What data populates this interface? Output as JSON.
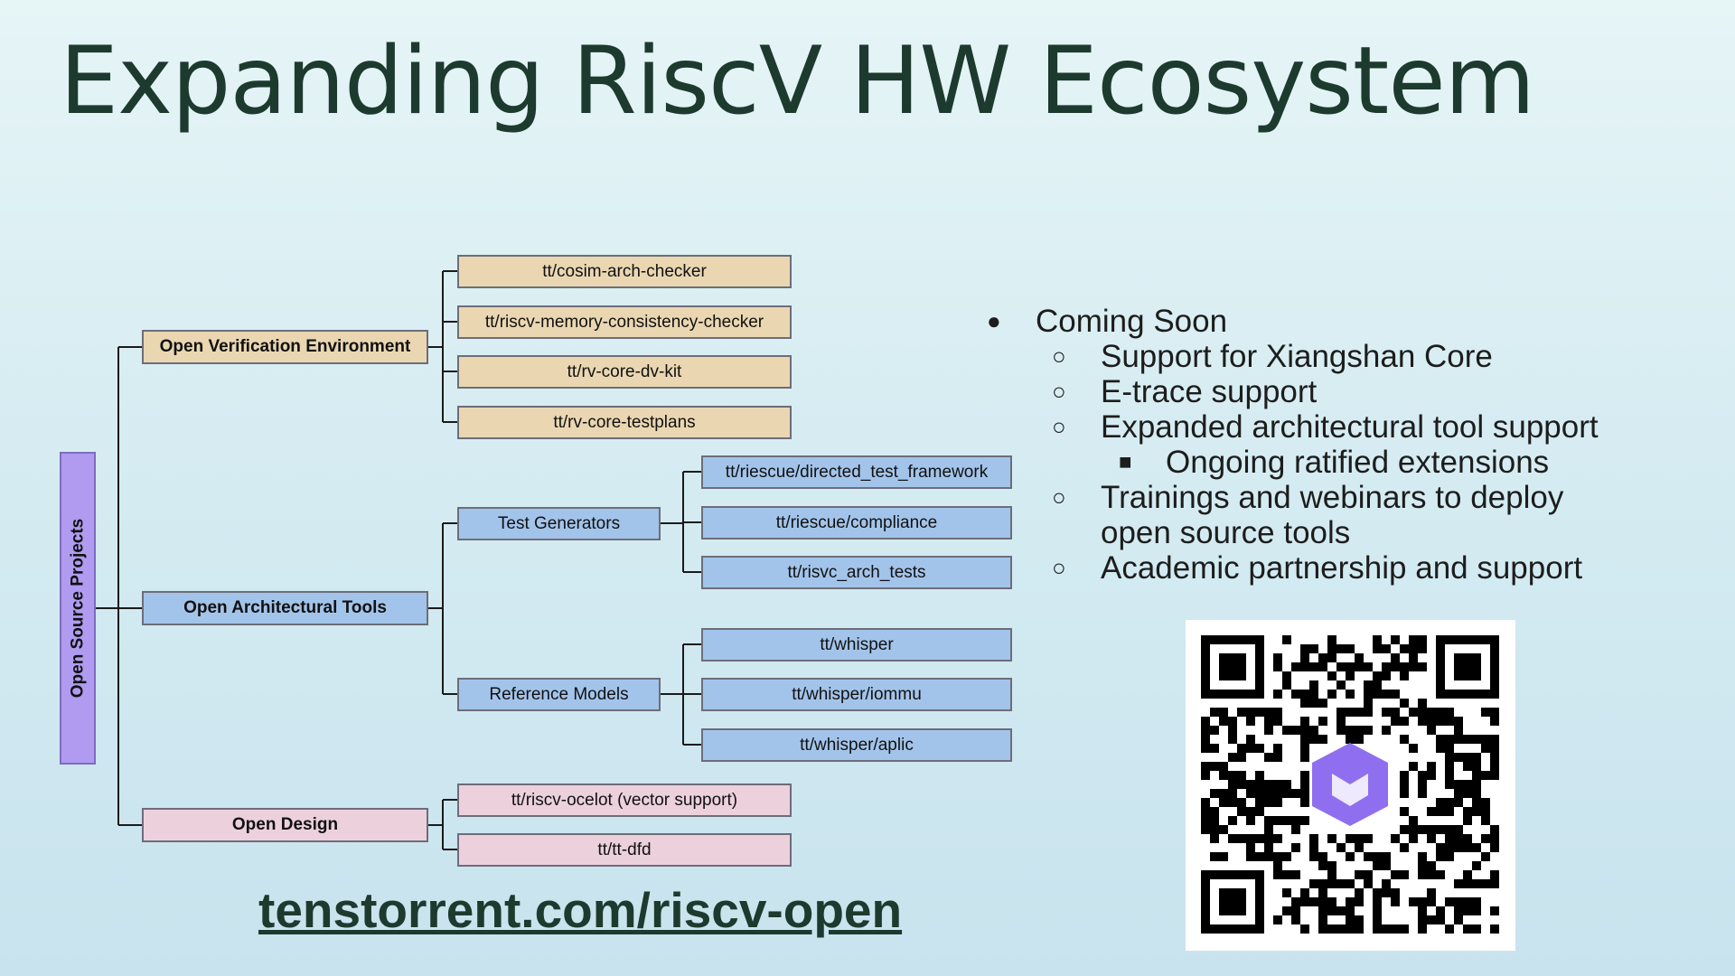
{
  "slide": {
    "title": "Expanding RiscV HW Ecosystem",
    "link_text": "tenstorrent.com/riscv-open"
  },
  "diagram": {
    "root": "Open Source Projects",
    "branches": [
      {
        "label": "Open Verification Environment",
        "children": [
          "tt/cosim-arch-checker",
          "tt/riscv-memory-consistency-checker",
          "tt/rv-core-dv-kit",
          "tt/rv-core-testplans"
        ]
      },
      {
        "label": "Open Architectural Tools",
        "groups": [
          {
            "label": "Test Generators",
            "children": [
              "tt/riescue/directed_test_framework",
              "tt/riescue/compliance",
              "tt/risvc_arch_tests"
            ]
          },
          {
            "label": "Reference Models",
            "children": [
              "tt/whisper",
              "tt/whisper/iommu",
              "tt/whisper/aplic"
            ]
          }
        ]
      },
      {
        "label": "Open Design",
        "children": [
          "tt/riscv-ocelot (vector support)",
          "tt/tt-dfd"
        ]
      }
    ],
    "colors": {
      "root": "#b09bf0",
      "verification": "#ead7b2",
      "architectural": "#a3c4ea",
      "design": "#ecd1dd",
      "connector": "#1a1a1a"
    }
  },
  "bullets": [
    {
      "level": 1,
      "marker": "●",
      "text": "Coming Soon"
    },
    {
      "level": 2,
      "marker": "○",
      "text": "Support for Xiangshan Core"
    },
    {
      "level": 2,
      "marker": "○",
      "text": "E-trace support"
    },
    {
      "level": 2,
      "marker": "○",
      "text": "Expanded architectural tool support"
    },
    {
      "level": 3,
      "marker": "■",
      "text": "Ongoing ratified extensions"
    },
    {
      "level": 2,
      "marker": "○",
      "text": "Trainings and webinars to deploy"
    },
    {
      "level": 2,
      "marker": "",
      "text": "open source tools"
    },
    {
      "level": 2,
      "marker": "○",
      "text": "Academic partnership and support"
    }
  ],
  "qr": {
    "icon": "qr-code-icon",
    "logo_color": "#8f6ff0"
  }
}
